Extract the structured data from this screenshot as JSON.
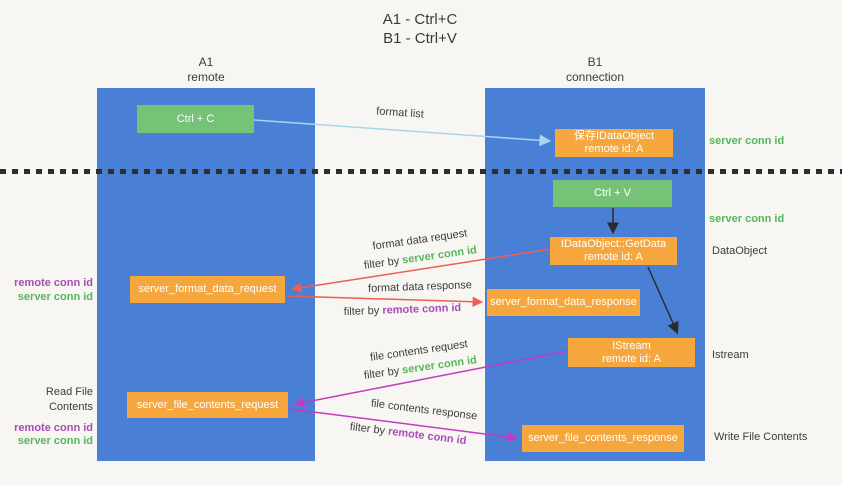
{
  "title": {
    "line1": "A1 - Ctrl+C",
    "line2": "B1 - Ctrl+V"
  },
  "columns": {
    "a1": {
      "name": "A1",
      "role": "remote"
    },
    "b1": {
      "name": "B1",
      "role": "connection"
    }
  },
  "boxes": {
    "ctrl_c": "Ctrl + C",
    "ctrl_v": "Ctrl + V",
    "save_idataobject": {
      "line1": "保存IDataObject",
      "line2": "remote id: A"
    },
    "getdata": {
      "line1": "IDataObject::GetData",
      "line2": "remote id: A"
    },
    "istream": {
      "line1": "IStream",
      "line2": "remote id: A"
    },
    "format_request": "server_format_data_request",
    "format_response": "server_format_data_response",
    "file_request": "server_file_contents_request",
    "file_response": "server_file_contents_response"
  },
  "flows": {
    "format_list": {
      "label": "format list"
    },
    "format_data_request": {
      "label": "format data request",
      "filter_prefix": "filter by",
      "filter_key": "server conn id"
    },
    "format_data_response": {
      "label": "format data response",
      "filter_prefix": "filter by",
      "filter_key": "remote conn id"
    },
    "file_contents_request": {
      "label": "file contents request",
      "filter_prefix": "filter by",
      "filter_key": "server conn id"
    },
    "file_contents_response": {
      "label": "file contents response",
      "filter_prefix": "filter by",
      "filter_key": "remote conn id"
    }
  },
  "side_labels": {
    "right": [
      {
        "text": "server conn id"
      },
      {
        "text": "server conn id"
      },
      {
        "text": "DataObject"
      },
      {
        "text": "Istream"
      },
      {
        "text": "Write File Contents"
      }
    ],
    "left": [
      {
        "text": "remote conn id"
      },
      {
        "text": "server conn id"
      },
      {
        "text": "Read File Contents"
      },
      {
        "text": "remote conn id"
      },
      {
        "text": "server conn id"
      }
    ]
  },
  "colors": {
    "lane_blue": "#4a7fd6",
    "box_green": "#76c277",
    "box_orange": "#f5a73e",
    "text_green": "#56b65a",
    "text_purple": "#a64db3",
    "arrow_red": "#ed5f55",
    "arrow_magenta": "#c33bc3",
    "arrow_light_blue": "#a8d4ee",
    "arrow_black": "#2b2b2b"
  }
}
